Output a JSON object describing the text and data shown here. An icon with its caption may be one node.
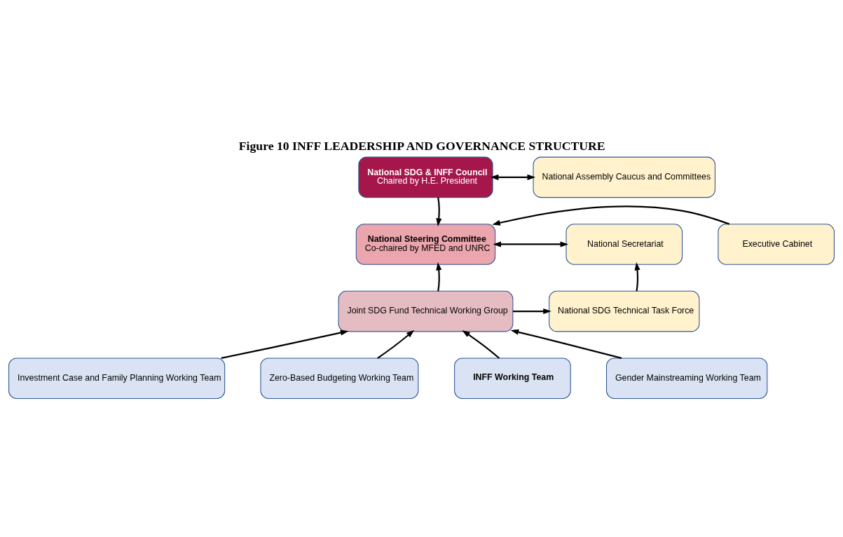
{
  "diagram": {
    "title": "Figure 10 INFF LEADERSHIP AND GOVERNANCE STRUCTURE",
    "nodes": [
      {
        "text": [
          "National SDG & INFF Council",
          "Chaired by H.E. President"
        ]
      },
      {
        "text": [
          "National Assembly Caucus and Committees"
        ]
      },
      {
        "text": [
          "Executive Cabinet"
        ]
      },
      {
        "text": [
          "National Steering Committee",
          "Co-chaired by MFED and UNRC"
        ]
      },
      {
        "text": [
          "National Secretariat"
        ]
      },
      {
        "text": [
          "Joint SDG Fund Technical Working Group"
        ]
      },
      {
        "text": [
          "National SDG Technical Task Force"
        ]
      },
      {
        "text": [
          "Investment Case and Family Planning Working Team"
        ]
      },
      {
        "text": [
          "Zero-Based Budgeting Working Team"
        ]
      },
      {
        "text": [
          "INFF Working Team"
        ]
      },
      {
        "text": [
          "Gender Mainstreaming Working Team"
        ]
      }
    ],
    "edges": [
      {
        "from": 0,
        "to": 1,
        "arrow": "both"
      },
      {
        "from": 0,
        "to": 3,
        "arrow": "to"
      },
      {
        "from": 2,
        "to": 3,
        "arrow": "to"
      },
      {
        "from": 3,
        "to": 4,
        "arrow": "both"
      },
      {
        "from": 5,
        "to": 3,
        "arrow": "to"
      },
      {
        "from": 5,
        "to": 6,
        "arrow": "to"
      },
      {
        "from": 6,
        "to": 4,
        "arrow": "to"
      },
      {
        "from": 7,
        "to": 5,
        "arrow": "to"
      },
      {
        "from": 8,
        "to": 5,
        "arrow": "to"
      },
      {
        "from": 9,
        "to": 5,
        "arrow": "to"
      },
      {
        "from": 10,
        "to": 5,
        "arrow": "to"
      }
    ]
  }
}
